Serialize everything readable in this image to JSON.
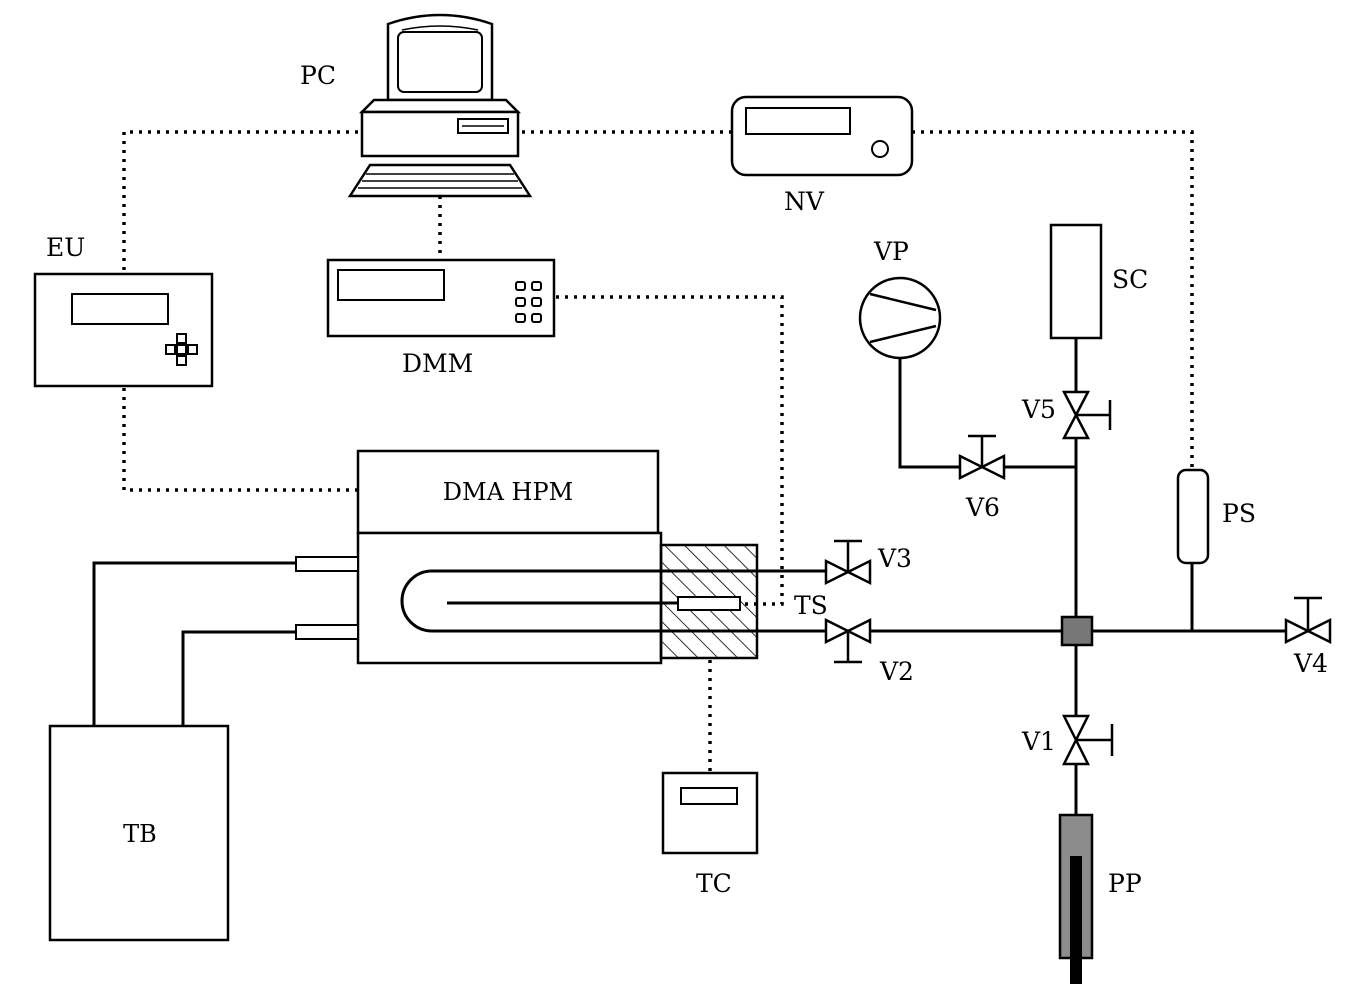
{
  "labels": {
    "pc": "PC",
    "nv": "NV",
    "eu": "EU",
    "dmm": "DMM",
    "vp": "VP",
    "sc": "SC",
    "dma_hpm": "DMA HPM",
    "v1": "V1",
    "v2": "V2",
    "v3": "V3",
    "v4": "V4",
    "v5": "V5",
    "v6": "V6",
    "ps": "PS",
    "ts": "TS",
    "tb": "TB",
    "tc": "TC",
    "pp": "PP"
  },
  "colors": {
    "line": "#000000",
    "junction": "#777777",
    "piston": "#8c8c8c",
    "hatch": "#000000"
  }
}
